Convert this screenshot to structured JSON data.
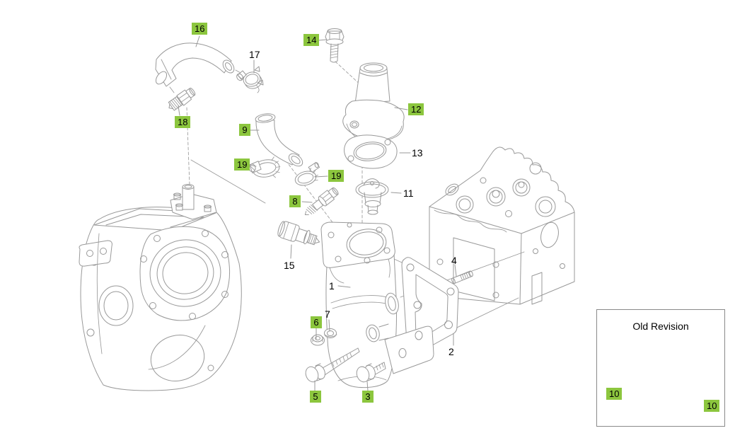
{
  "colors": {
    "highlight_green": "#8CC63E",
    "line_gray": "#999999",
    "label_text": "#000000",
    "inset_border": "#8A8A8A"
  },
  "inset": {
    "title": "Old Revision"
  },
  "callouts": {
    "c1": {
      "label": "1",
      "highlighted": false
    },
    "c2": {
      "label": "2",
      "highlighted": false
    },
    "c3": {
      "label": "3",
      "highlighted": true
    },
    "c4": {
      "label": "4",
      "highlighted": false
    },
    "c5": {
      "label": "5",
      "highlighted": true
    },
    "c6": {
      "label": "6",
      "highlighted": true
    },
    "c7": {
      "label": "7",
      "highlighted": false
    },
    "c8": {
      "label": "8",
      "highlighted": true
    },
    "c9": {
      "label": "9",
      "highlighted": true
    },
    "c10a": {
      "label": "10",
      "highlighted": true
    },
    "c10b": {
      "label": "10",
      "highlighted": true
    },
    "c11": {
      "label": "11",
      "highlighted": false
    },
    "c12": {
      "label": "12",
      "highlighted": true
    },
    "c13": {
      "label": "13",
      "highlighted": false
    },
    "c14": {
      "label": "14",
      "highlighted": true
    },
    "c15": {
      "label": "15",
      "highlighted": false
    },
    "c16": {
      "label": "16",
      "highlighted": true
    },
    "c17": {
      "label": "17",
      "highlighted": false
    },
    "c18": {
      "label": "18",
      "highlighted": true
    },
    "c19a": {
      "label": "19",
      "highlighted": true
    },
    "c19b": {
      "label": "19",
      "highlighted": true
    }
  }
}
